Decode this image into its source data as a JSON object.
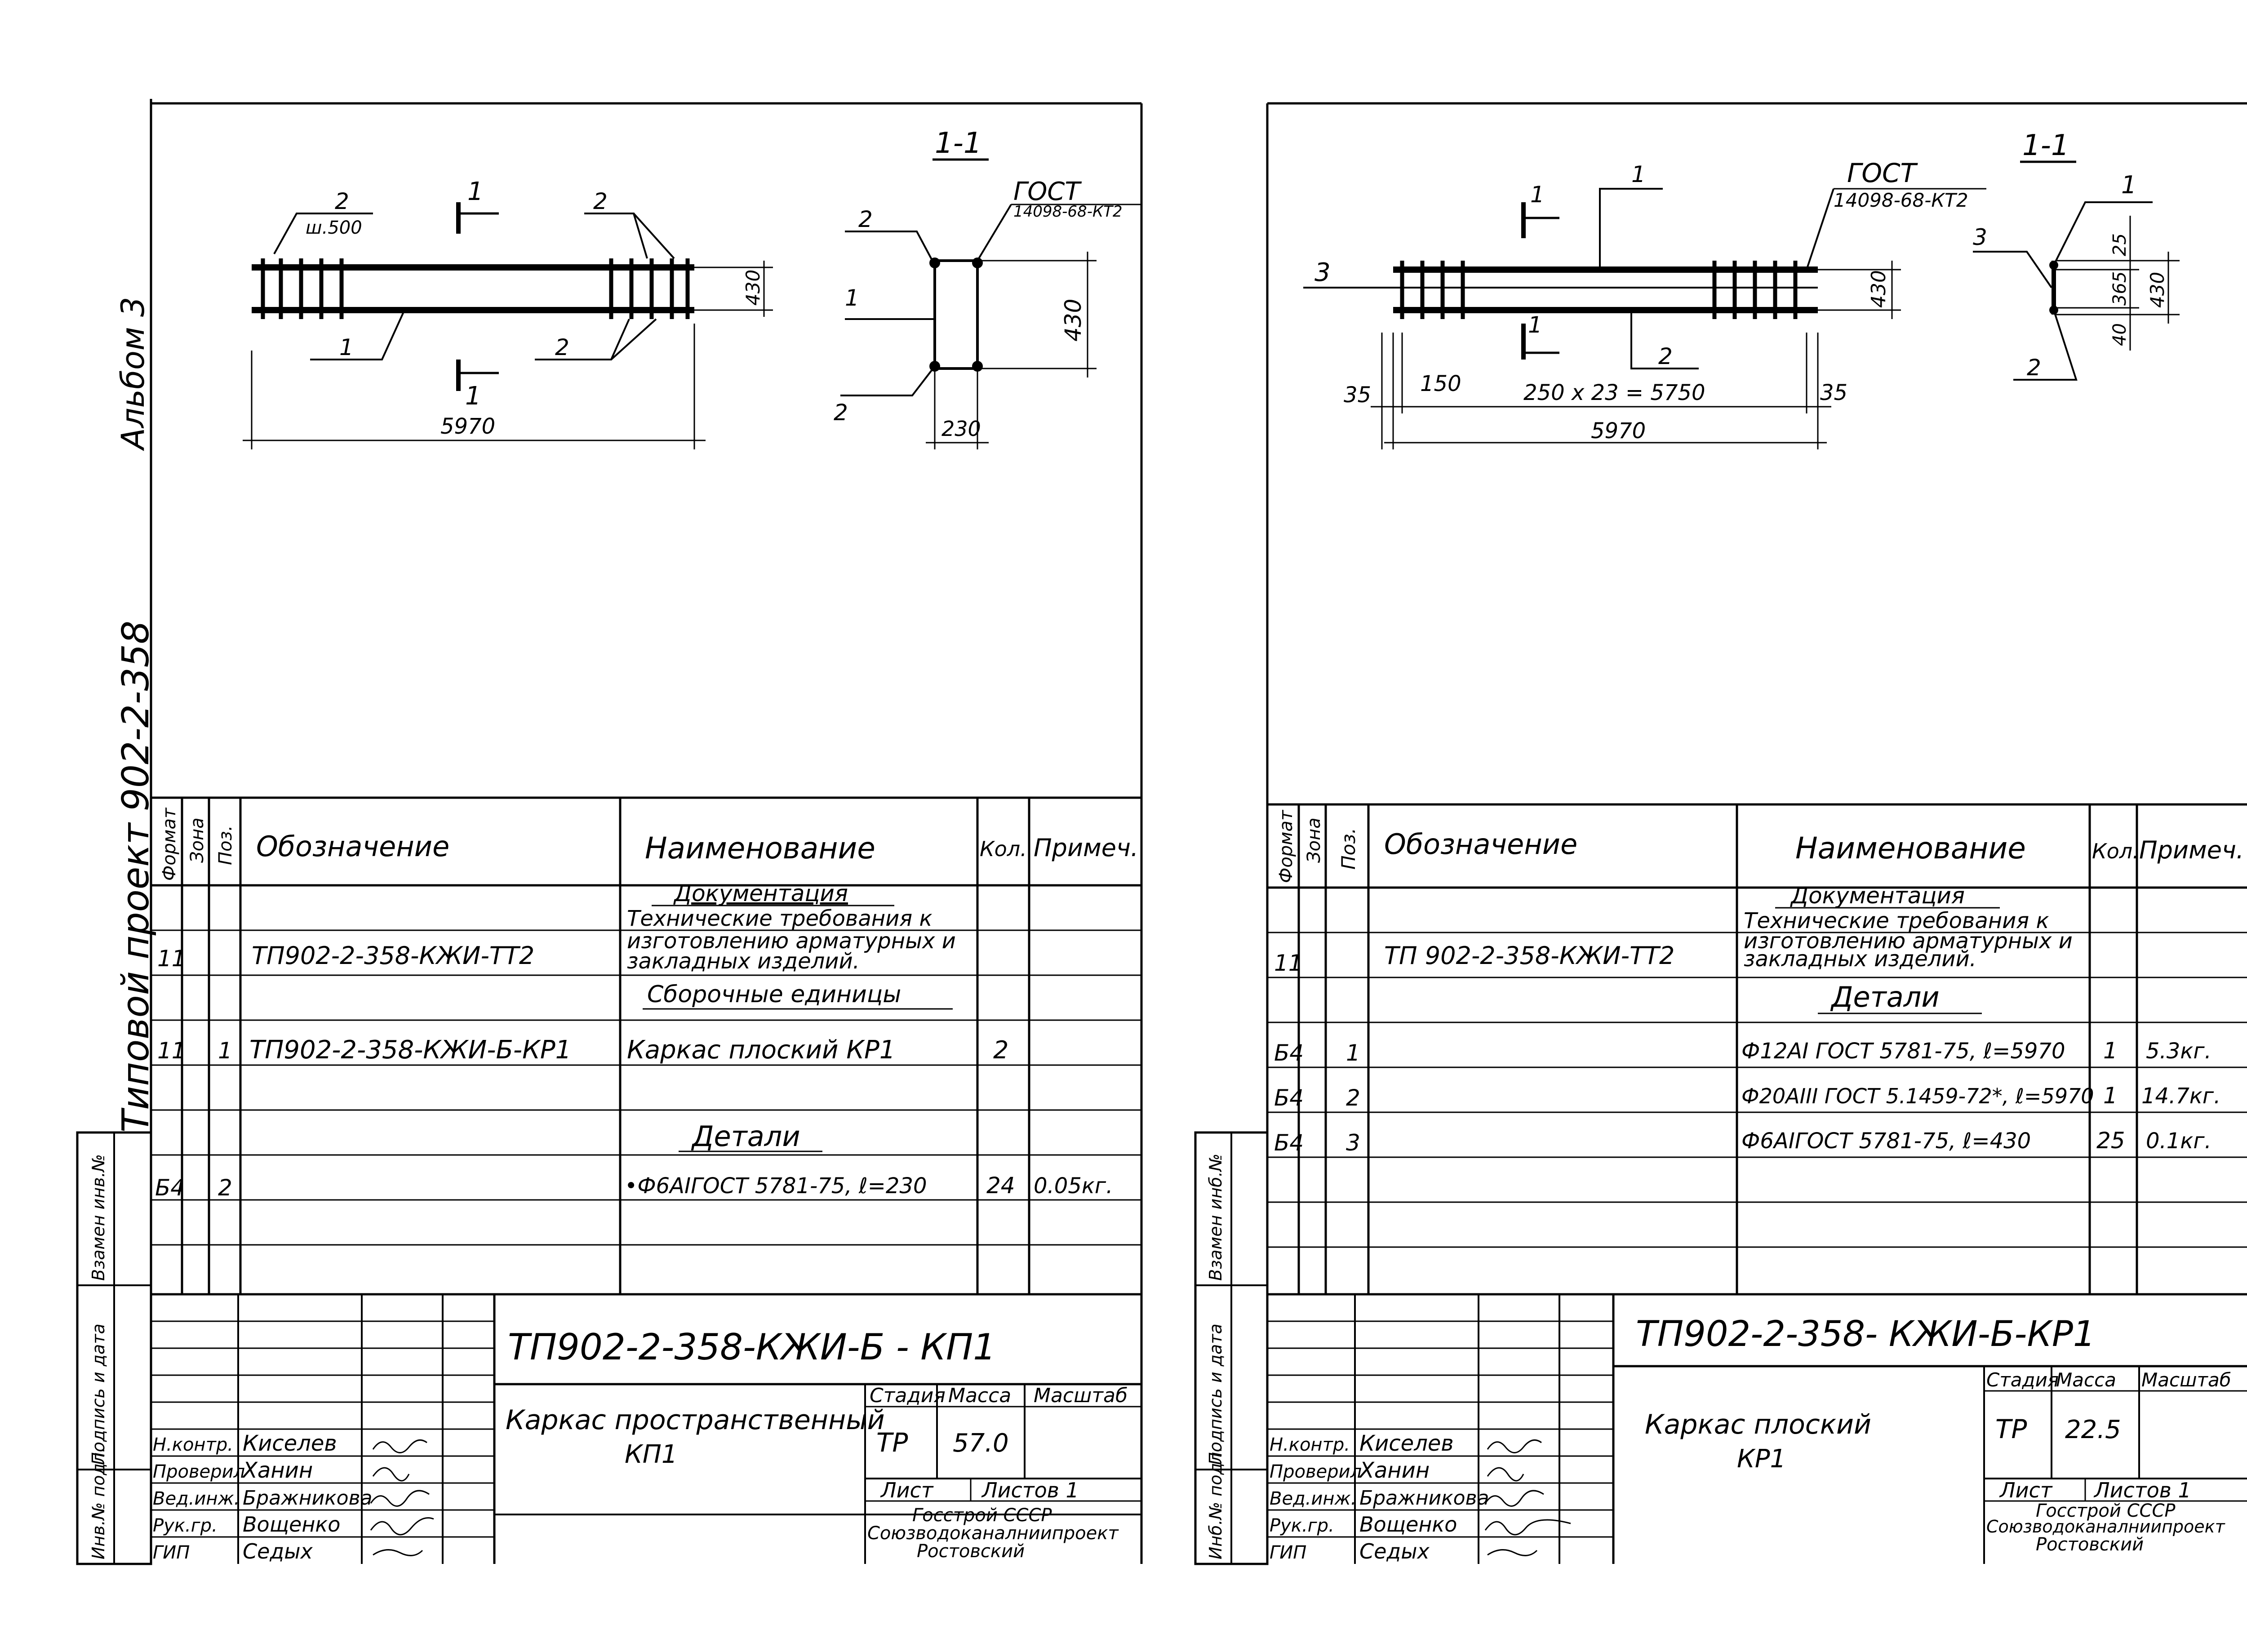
{
  "margin_left": {
    "album": "Альбом 3",
    "project": "Типовой проект 902-2-358",
    "col_labels": [
      "Подпись и дата",
      "Взамен инв.№",
      "Инв.№ подл."
    ]
  },
  "margin_mid": {
    "col_labels": [
      "Подпись и дата",
      "Взамен инб.№",
      "Инб.№ подл."
    ]
  },
  "sheet1": {
    "drawing": {
      "section_mark": "1-1",
      "gost": "ГОСТ",
      "gost_num": "14098-68-КТ2",
      "pos1": "1",
      "pos2a": "2",
      "pos2b": "2",
      "pos2c": "2",
      "pos2d": "2",
      "pos2e": "2",
      "pos1b": "1",
      "spacing": "ш.500",
      "cut_top": "1",
      "cut_bottom": "1",
      "dim_430": "430",
      "dim_430_section": "430",
      "dim_230": "230",
      "dim_5970": "5970"
    },
    "spec": {
      "headers": {
        "format": "Формат",
        "zone": "Зона",
        "pos": "Поз.",
        "designation": "Обозначение",
        "name": "Наименование",
        "qty": "Кол.",
        "note": "Примеч."
      },
      "sections": {
        "documentation": "Документация",
        "assembly": "Сборочные единицы",
        "details": "Детали"
      },
      "doc_row": {
        "format": "11",
        "designation": "ТП902-2-358-КЖИ-ТТ2",
        "name_l1": "Технические требования к",
        "name_l2": "изготовлению арматурных и",
        "name_l3": "закладных изделий."
      },
      "assembly_row": {
        "format": "11",
        "pos": "1",
        "designation": "ТП902-2-358-КЖИ-Б-КР1",
        "name": "Каркас плоский КР1",
        "qty": "2",
        "note": ""
      },
      "detail_row": {
        "format": "Б4",
        "pos": "2",
        "name": "•Ф6АIГОСТ 5781-75, ℓ=230",
        "qty": "24",
        "note": "0.05кг."
      }
    },
    "title_block": {
      "code": "ТП902-2-358-КЖИ-Б - КП1",
      "title_l1": "Каркас пространственный",
      "title_l2": "КП1",
      "stage_label": "Стадия",
      "mass_label": "Масса",
      "scale_label": "Масштаб",
      "stage": "ТР",
      "mass": "57.0",
      "scale": "",
      "sheet_label": "Лист",
      "sheets_label": "Листов 1",
      "org_l1": "Госстрой СССР",
      "org_l2": "Союзводоканалниипроект",
      "org_l3": "Ростовский",
      "people": [
        {
          "role": "Н.контр.",
          "name": "Киселев"
        },
        {
          "role": "Проверил",
          "name": "Ханин"
        },
        {
          "role": "Вед.инж.",
          "name": "Бражникова"
        },
        {
          "role": "Рук.гр.",
          "name": "Вощенко"
        },
        {
          "role": "ГИП",
          "name": "Седых"
        }
      ]
    }
  },
  "sheet2": {
    "drawing": {
      "section_mark": "1-1",
      "gost": "ГОСТ",
      "gost_num": "14098-68-КТ2",
      "pos1": "1",
      "pos2": "2",
      "pos3": "3",
      "pos1_sec": "1",
      "pos2_sec": "2",
      "pos3_sec": "3",
      "cut_top": "1",
      "cut_bottom": "1",
      "dim_35a": "35",
      "dim_150": "150",
      "dim_spacing": "250 x 23 = 5750",
      "dim_35b": "35",
      "dim_5970": "5970",
      "dim_430": "430",
      "dim_25": "25",
      "dim_365": "365",
      "dim_40": "40",
      "dim_430_sec": "430"
    },
    "spec": {
      "headers": {
        "format": "Формат",
        "zone": "Зона",
        "pos": "Поз.",
        "designation": "Обозначение",
        "name": "Наименование",
        "qty": "Кол.",
        "note": "Примеч."
      },
      "sections": {
        "documentation": "Документация",
        "details": "Детали"
      },
      "doc_row": {
        "format": "11",
        "designation": "ТП 902-2-358-КЖИ-ТТ2",
        "name_l1": "Технические требования к",
        "name_l2": "изготовлению арматурных и",
        "name_l3": "закладных изделий."
      },
      "detail_rows": [
        {
          "format": "Б4",
          "pos": "1",
          "name": "Ф12АI ГОСТ 5781-75, ℓ=5970",
          "qty": "1",
          "note": "5.3кг."
        },
        {
          "format": "Б4",
          "pos": "2",
          "name": "Ф20АIII ГОСТ 5.1459-72*, ℓ=5970",
          "qty": "1",
          "note": "14.7кг."
        },
        {
          "format": "Б4",
          "pos": "3",
          "name": "Ф6АIГОСТ 5781-75, ℓ=430",
          "qty": "25",
          "note": "0.1кг."
        }
      ]
    },
    "title_block": {
      "code": "ТП902-2-358- КЖИ-Б-КР1",
      "title_l1": "Каркас плоский",
      "title_l2": "КР1",
      "stage_label": "Стадия",
      "mass_label": "Масса",
      "scale_label": "Масштаб",
      "stage": "ТР",
      "mass": "22.5",
      "scale": "",
      "sheet_label": "Лист",
      "sheets_label": "Листов 1",
      "org_l1": "Госстрой СССР",
      "org_l2": "Союзводоканалниипроект",
      "org_l3": "Ростовский",
      "people": [
        {
          "role": "Н.контр.",
          "name": "Киселев"
        },
        {
          "role": "Проверил",
          "name": "Ханин"
        },
        {
          "role": "Вед.инж.",
          "name": "Бражникова"
        },
        {
          "role": "Рук.гр.",
          "name": "Вощенко"
        },
        {
          "role": "ГИП",
          "name": "Седых"
        }
      ]
    }
  }
}
